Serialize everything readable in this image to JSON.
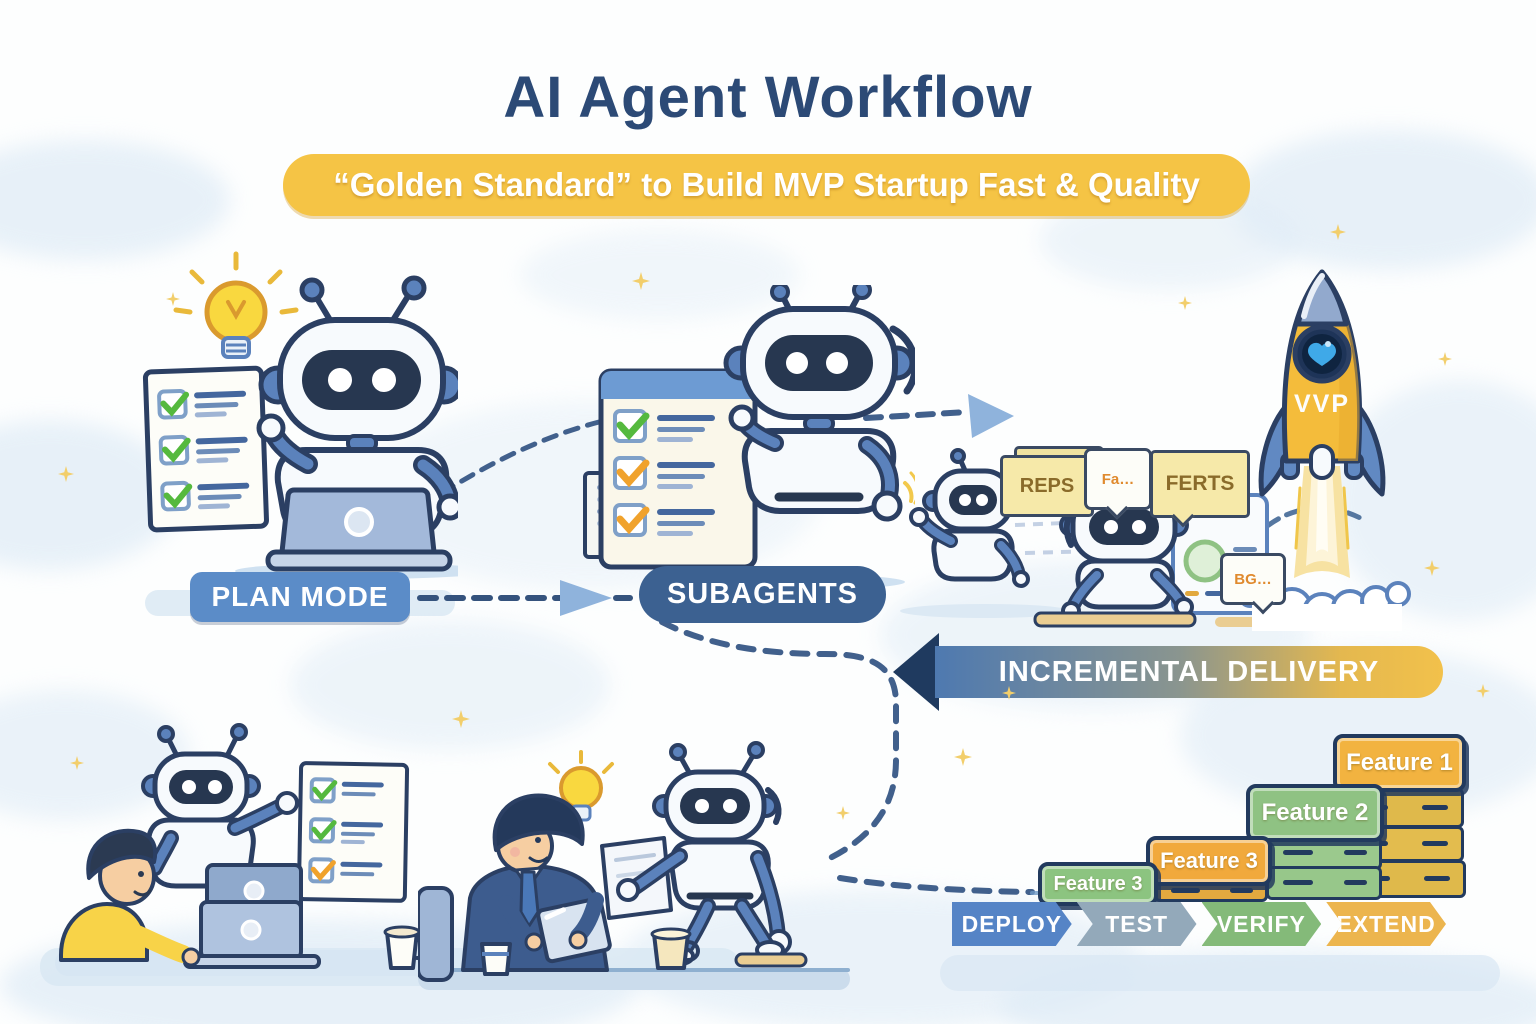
{
  "title": "AI Agent Workflow",
  "banner": {
    "text": "“Golden Standard” to Build MVP Startup Fast & Quality"
  },
  "stages": {
    "plan_mode": "PLAN MODE",
    "subagents": "SUBAGENTS",
    "incremental_delivery": "INCREMENTAL DELIVERY"
  },
  "rocket": {
    "label": "VVP"
  },
  "speech_bubbles": {
    "left": "REPS",
    "middle": "Fa…",
    "right": "FERTS",
    "card": "BG…"
  },
  "features": [
    {
      "label": "Feature 1",
      "color": "#F2B340"
    },
    {
      "label": "Feature 2",
      "color": "#8FC283"
    },
    {
      "label": "Feature 3",
      "color": "#F1A93C"
    },
    {
      "label": "Feature 3",
      "color": "#8CC480"
    }
  ],
  "process_steps": [
    {
      "label": "DEPLOY",
      "color": "#5584C6"
    },
    {
      "label": "TEST",
      "color": "#93A9BA"
    },
    {
      "label": "VERIFY",
      "color": "#84BA79"
    },
    {
      "label": "EXTEND",
      "color": "#ECB54E"
    }
  ],
  "colors": {
    "title_navy": "#2C4A76",
    "banner_gold": "#F5C445",
    "plan_blue": "#5B8CC8",
    "subagents_blue": "#3C6191",
    "delivery_gradient_start": "#4E79B0",
    "delivery_gradient_end": "#F2C14B",
    "delivery_arrow_navy": "#1F3A5F",
    "dashed_line": "#41608C",
    "check_green": "#55B93E",
    "check_orange": "#F0A22C",
    "rocket_yellow": "#F4BC3B",
    "robot_blue": "#5B82BC",
    "outline_navy": "#2B3F63"
  }
}
